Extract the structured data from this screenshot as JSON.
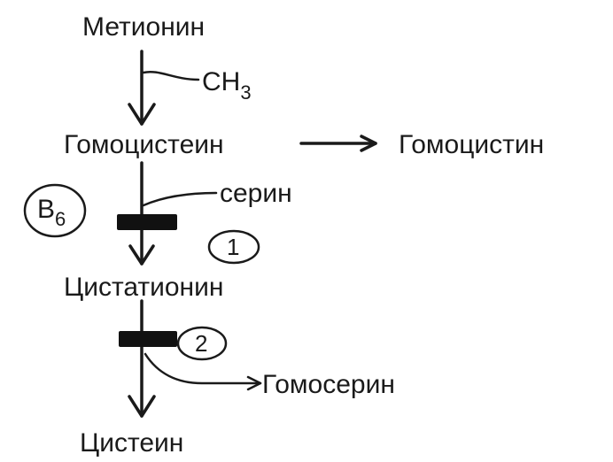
{
  "pathway": {
    "methionine": "Метионин",
    "ch3": {
      "base": "CH",
      "subscript": "3"
    },
    "homocysteine": "Гомоцистеин",
    "homocystine": "Гомоцистин",
    "serine": "серин",
    "cofactor": {
      "base": "B",
      "subscript": "6"
    },
    "enzyme_1": "1",
    "cystathionine": "Цистатионин",
    "enzyme_2": "2",
    "homoserine": "Гомосерин",
    "cysteine": "Цистеин"
  },
  "colors": {
    "ink": "#1a1a1a",
    "background": "#ffffff"
  }
}
